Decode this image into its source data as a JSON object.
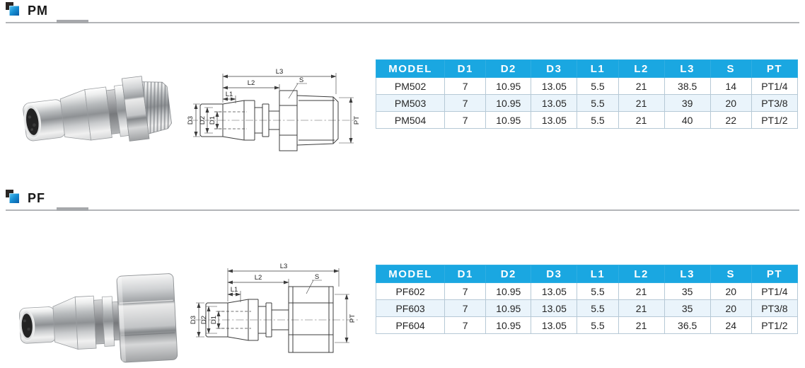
{
  "colors": {
    "table_header_bg": "#1aa7e1",
    "table_row_alt_bg": "#eaf4fb",
    "table_border": "#b6c9d6",
    "rule_gray": "#b3b5b8",
    "rule_segment_gray": "#a6a8ab",
    "icon_blue_light": "#5cc4ee",
    "icon_blue_dark": "#0a5ca6",
    "icon_black": "#2a2523",
    "drawing_line": "#3c3c3c"
  },
  "sections": [
    {
      "id": "pm",
      "title": "PM",
      "drawing": {
        "l1": "L1",
        "l2": "L2",
        "l3": "L3",
        "s": "S",
        "d1": "D1",
        "d2": "D2",
        "d3": "D3",
        "pt": "PT"
      },
      "table": {
        "headers": [
          "MODEL",
          "D1",
          "D2",
          "D3",
          "L1",
          "L2",
          "L3",
          "S",
          "PT"
        ],
        "rows": [
          [
            "PM502",
            "7",
            "10.95",
            "13.05",
            "5.5",
            "21",
            "38.5",
            "14",
            "PT1/4"
          ],
          [
            "PM503",
            "7",
            "10.95",
            "13.05",
            "5.5",
            "21",
            "39",
            "20",
            "PT3/8"
          ],
          [
            "PM504",
            "7",
            "10.95",
            "13.05",
            "5.5",
            "21",
            "40",
            "22",
            "PT1/2"
          ]
        ]
      }
    },
    {
      "id": "pf",
      "title": "PF",
      "drawing": {
        "l1": "L1",
        "l2": "L2",
        "l3": "L3",
        "s": "S",
        "d1": "D1",
        "d2": "D2",
        "d3": "D3",
        "pt": "PT"
      },
      "table": {
        "headers": [
          "MODEL",
          "D1",
          "D2",
          "D3",
          "L1",
          "L2",
          "L3",
          "S",
          "PT"
        ],
        "rows": [
          [
            "PF602",
            "7",
            "10.95",
            "13.05",
            "5.5",
            "21",
            "35",
            "20",
            "PT1/4"
          ],
          [
            "PF603",
            "7",
            "10.95",
            "13.05",
            "5.5",
            "21",
            "35",
            "20",
            "PT3/8"
          ],
          [
            "PF604",
            "7",
            "10.95",
            "13.05",
            "5.5",
            "21",
            "36.5",
            "24",
            "PT1/2"
          ]
        ]
      }
    }
  ]
}
